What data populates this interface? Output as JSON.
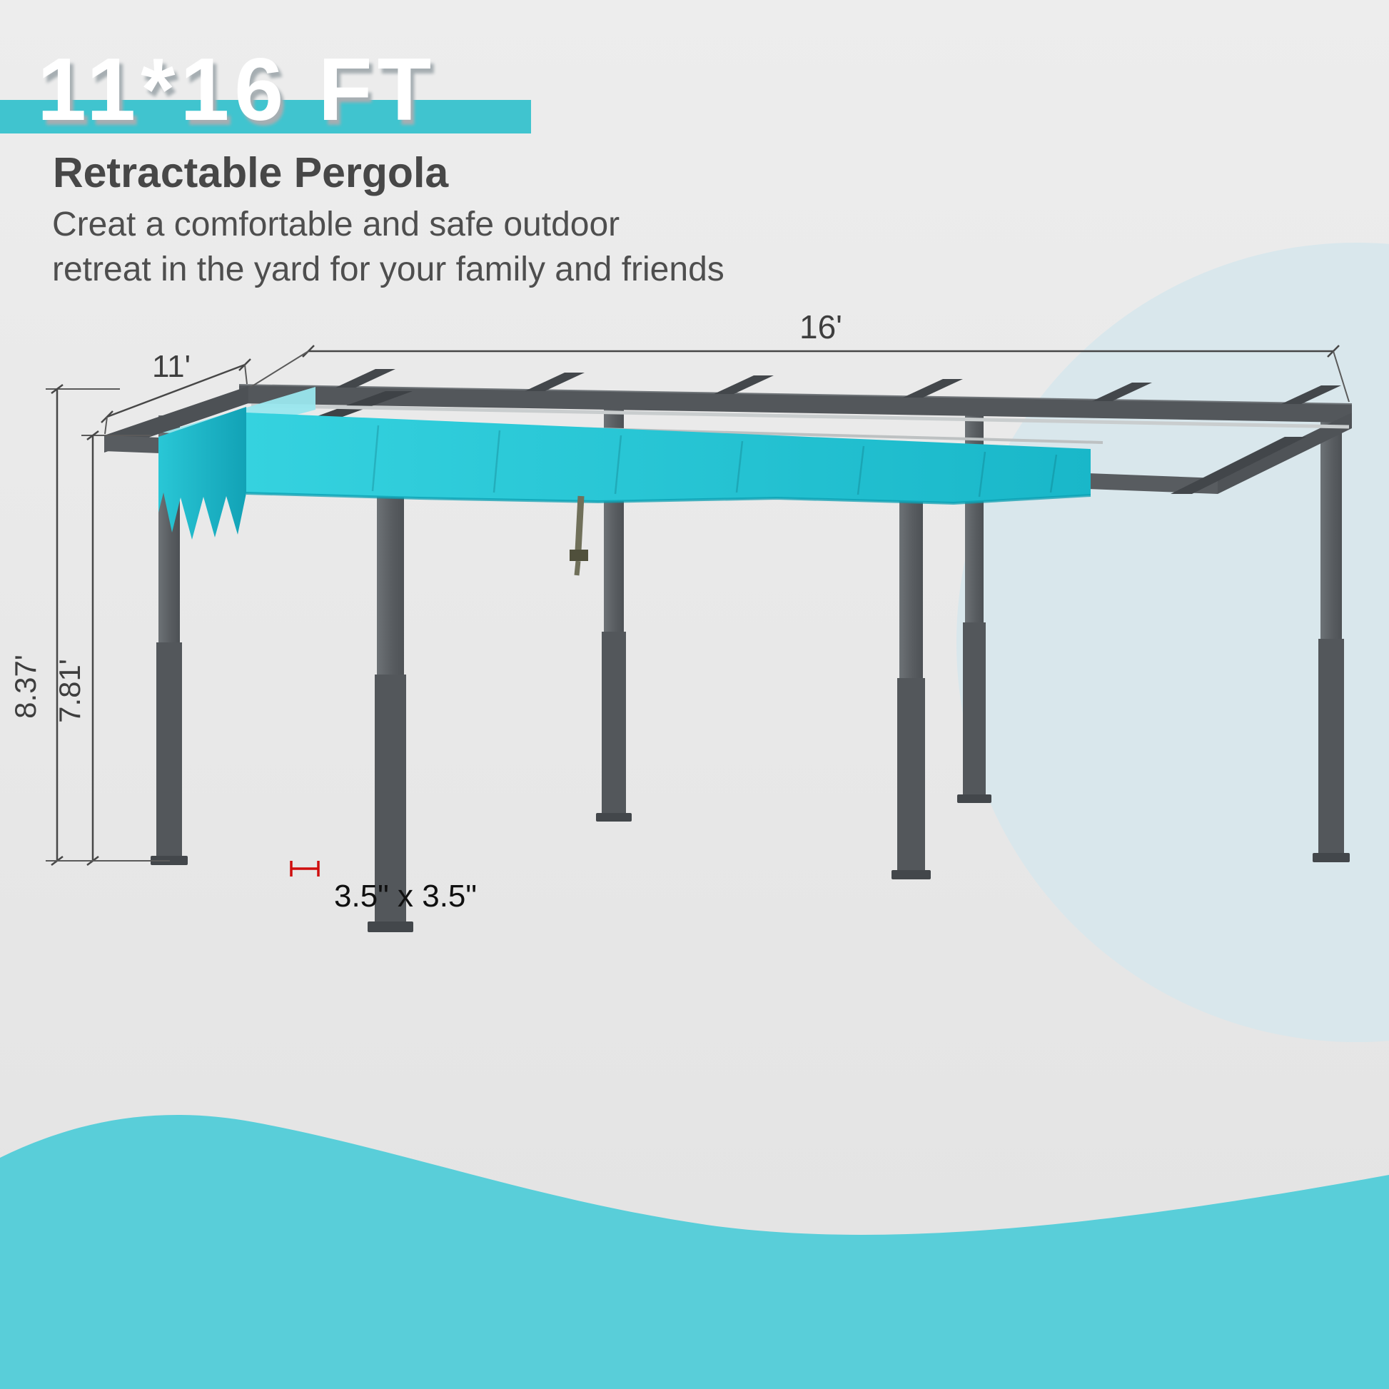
{
  "header": {
    "size_label": "11*16 FT",
    "product_title": "Retractable Pergola",
    "description_line1": "Creat a comfortable and safe outdoor",
    "description_line2": "retreat in the yard for your family and friends"
  },
  "diagram": {
    "width_label": "16'",
    "depth_label": "11'",
    "overall_height_label": "8.37'",
    "clearance_height_label": "7.81'",
    "post_size_label": "3.5\" x 3.5\""
  },
  "colors": {
    "accent_teal": "#40c4cf",
    "wave_teal": "#59ced9",
    "circle_blue": "#d9e7ec",
    "canopy_teal": "#22c3d4",
    "canopy_light": "#9ae7ee",
    "canopy_dark": "#12a2b6",
    "frame_gray": "#575b5f",
    "frame_dark": "#43474b",
    "dimension_color": "#474747",
    "marker_red": "#cf0e0e",
    "title_shadow": "#a6aeb2",
    "background": "#e9e9e9"
  }
}
